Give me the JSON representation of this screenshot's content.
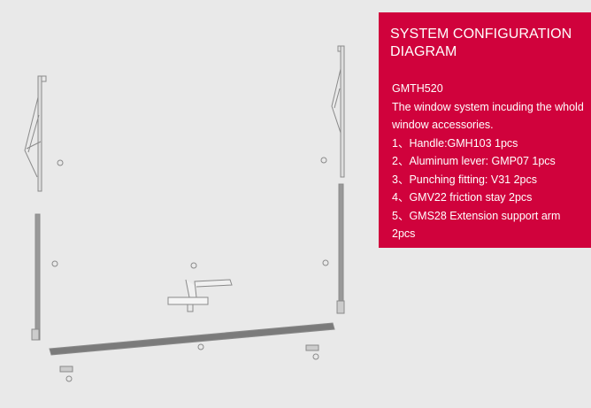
{
  "panel": {
    "title": "SYSTEM CONFIGURATION DIAGRAM",
    "model": "GMTH520",
    "description": "The window system incuding the whold window accessories.",
    "items": [
      "1、Handle:GMH103 1pcs",
      "2、Aluminum lever: GMP07 1pcs",
      "3、Punching fitting: V31 2pcs",
      "4、GMV22 friction stay 2pcs",
      "5、GMS28 Extension support arm",
      "2pcs"
    ]
  },
  "colors": {
    "panel": "#d0023c",
    "background": "#e9e9e9",
    "line": "#888888"
  }
}
